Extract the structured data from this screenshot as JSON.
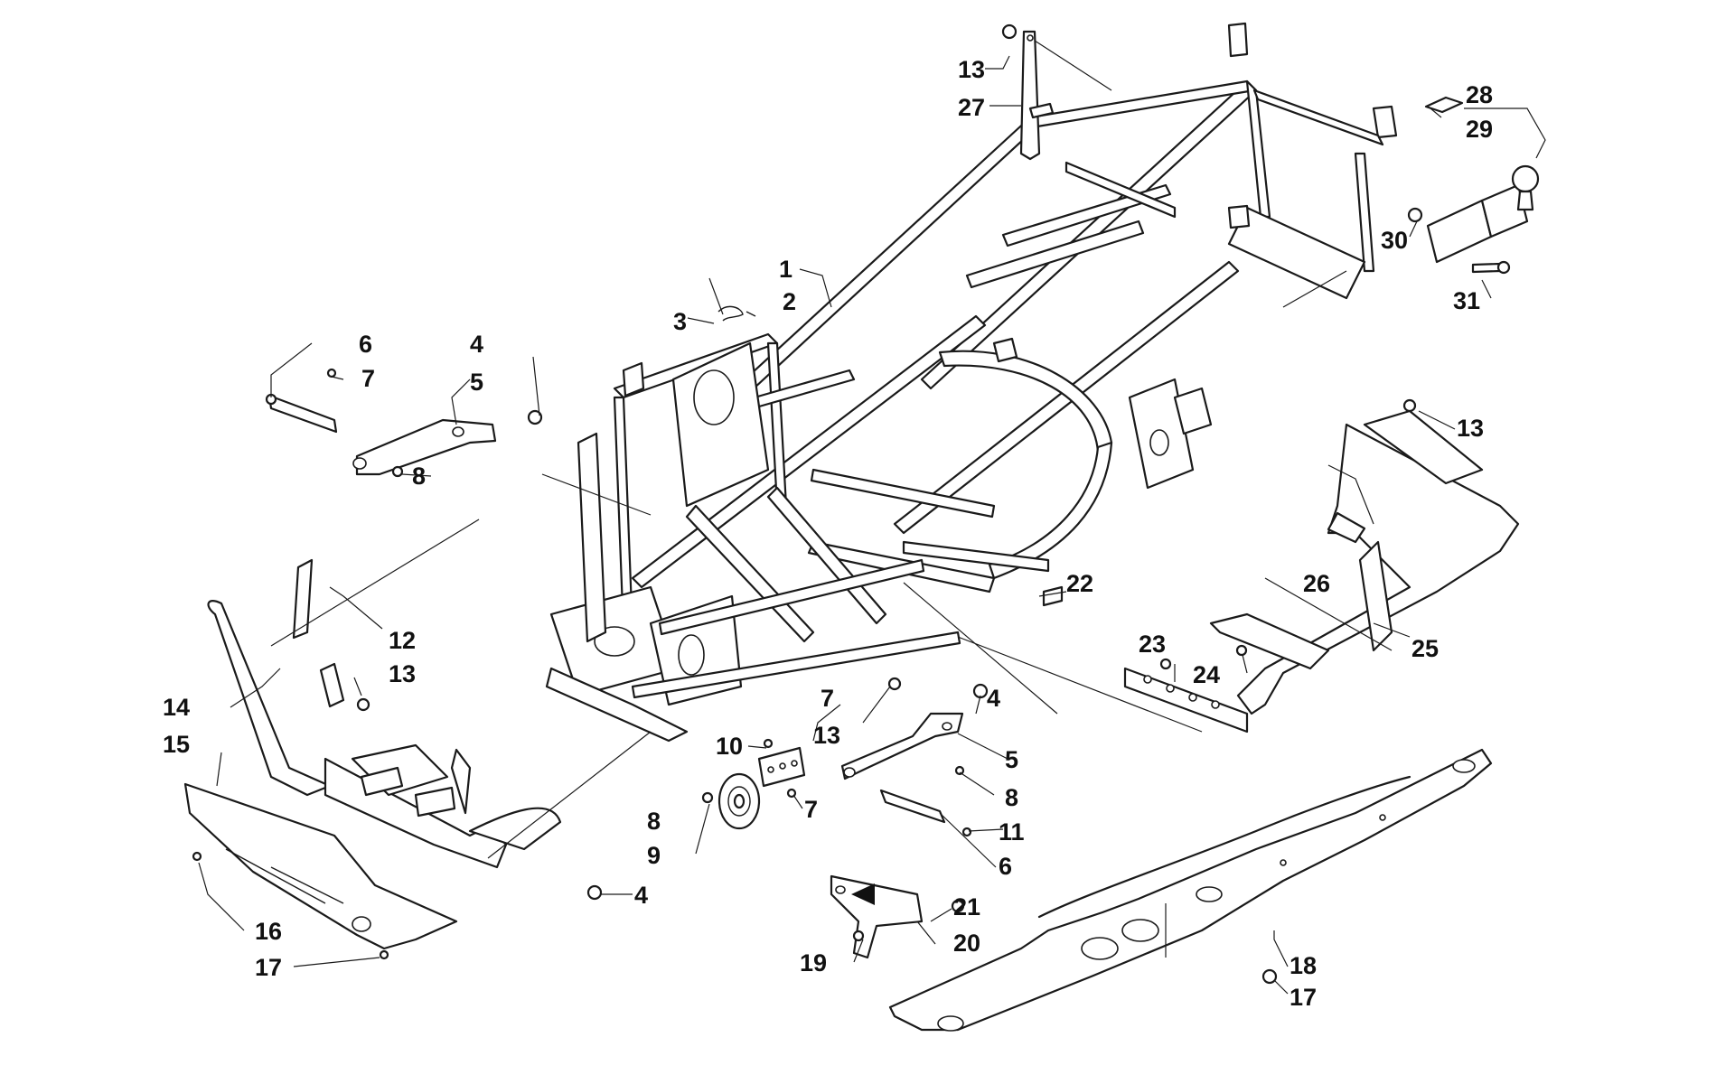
{
  "diagram": {
    "callouts": [
      "1",
      "2",
      "3",
      "4",
      "5",
      "6",
      "7",
      "8",
      "9",
      "10",
      "11",
      "12",
      "13",
      "14",
      "15",
      "16",
      "17",
      "18",
      "19",
      "20",
      "21",
      "22",
      "23",
      "24",
      "25",
      "26",
      "27",
      "28",
      "29",
      "30",
      "31"
    ],
    "labels": [
      {
        "id": "l13a",
        "text": "13"
      },
      {
        "id": "l27",
        "text": "27"
      },
      {
        "id": "l28",
        "text": "28"
      },
      {
        "id": "l29",
        "text": "29"
      },
      {
        "id": "l30",
        "text": "30"
      },
      {
        "id": "l31",
        "text": "31"
      },
      {
        "id": "l1",
        "text": "1"
      },
      {
        "id": "l2",
        "text": "2"
      },
      {
        "id": "l3",
        "text": "3"
      },
      {
        "id": "l6a",
        "text": "6"
      },
      {
        "id": "l7a",
        "text": "7"
      },
      {
        "id": "l4a",
        "text": "4"
      },
      {
        "id": "l5a",
        "text": "5"
      },
      {
        "id": "l8a",
        "text": "8"
      },
      {
        "id": "l13b",
        "text": "13"
      },
      {
        "id": "l22",
        "text": "22"
      },
      {
        "id": "l26",
        "text": "26"
      },
      {
        "id": "l25",
        "text": "25"
      },
      {
        "id": "l23",
        "text": "23"
      },
      {
        "id": "l24",
        "text": "24"
      },
      {
        "id": "l12",
        "text": "12"
      },
      {
        "id": "l13c",
        "text": "13"
      },
      {
        "id": "l14",
        "text": "14"
      },
      {
        "id": "l15",
        "text": "15"
      },
      {
        "id": "l7b",
        "text": "7"
      },
      {
        "id": "l4b",
        "text": "4"
      },
      {
        "id": "l13d",
        "text": "13"
      },
      {
        "id": "l10",
        "text": "10"
      },
      {
        "id": "l5b",
        "text": "5"
      },
      {
        "id": "l8b",
        "text": "8"
      },
      {
        "id": "l8c",
        "text": "8"
      },
      {
        "id": "l7c",
        "text": "7"
      },
      {
        "id": "l11",
        "text": "11"
      },
      {
        "id": "l9",
        "text": "9"
      },
      {
        "id": "l6b",
        "text": "6"
      },
      {
        "id": "l4c",
        "text": "4"
      },
      {
        "id": "l21",
        "text": "21"
      },
      {
        "id": "l20",
        "text": "20"
      },
      {
        "id": "l19",
        "text": "19"
      },
      {
        "id": "l16",
        "text": "16"
      },
      {
        "id": "l17a",
        "text": "17"
      },
      {
        "id": "l18",
        "text": "18"
      },
      {
        "id": "l17b",
        "text": "17"
      }
    ]
  }
}
